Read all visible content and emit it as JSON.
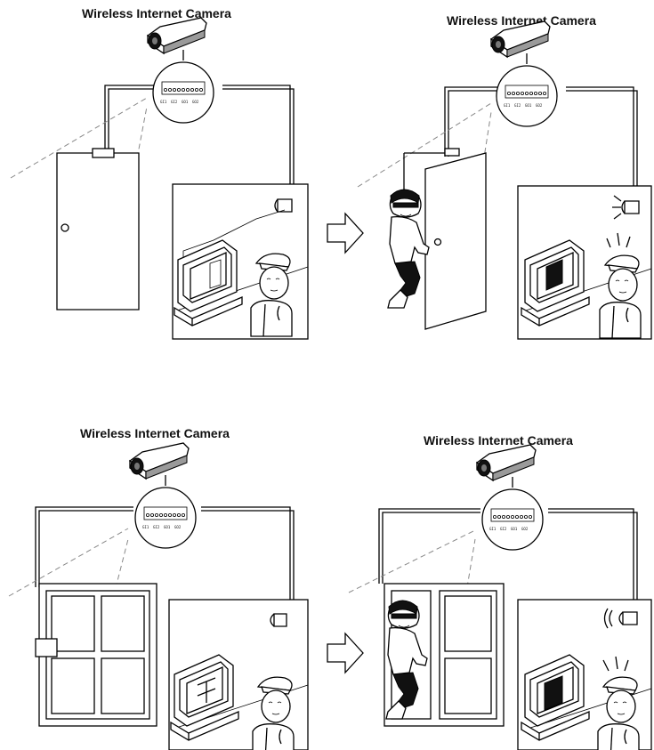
{
  "panels": [
    {
      "title": "Wireless Internet Camera",
      "intrusion": "door",
      "state": "normal"
    },
    {
      "title": "Wireless Internet Camera",
      "intrusion": "door",
      "state": "alarm"
    },
    {
      "title": "Wireless Internet Camera",
      "intrusion": "window",
      "state": "normal"
    },
    {
      "title": "Wireless Internet Camera",
      "intrusion": "window",
      "state": "alarm"
    }
  ],
  "terminal_labels_top": [
    "GI1",
    "GI2",
    "GO1",
    "GO2"
  ],
  "terminal_labels_bottom": [
    "GI1",
    "GI2",
    "GO1",
    "GO2"
  ],
  "arrows": [
    "right-arrow",
    "right-arrow"
  ],
  "colors": {
    "ink": "#000000",
    "background": "#ffffff",
    "dashed_wire": "#888888"
  }
}
